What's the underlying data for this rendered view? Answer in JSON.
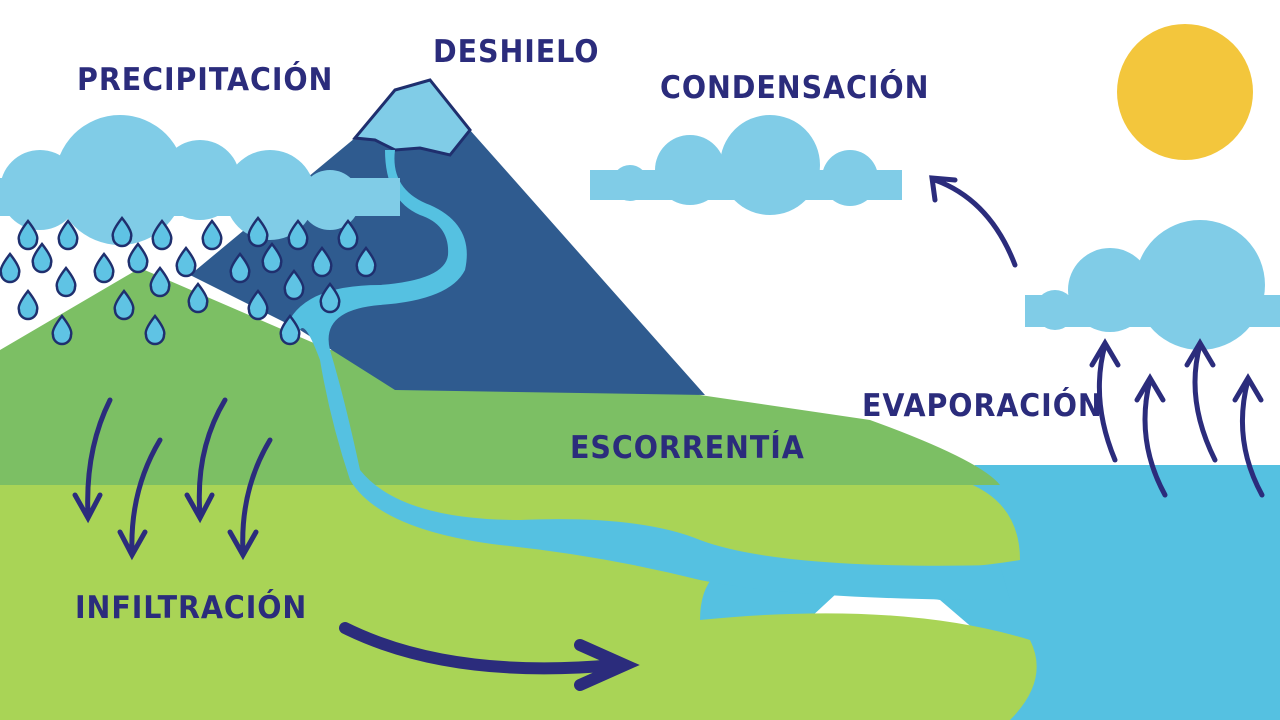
{
  "diagram": {
    "labels": {
      "precipitation": "PRECIPITACIÓN",
      "snowmelt": "DESHIELO",
      "condensation": "CONDENSACIÓN",
      "evaporation": "EVAPORACIÓN",
      "runoff": "ESCORRENTÍA",
      "infiltration": "INFILTRACIÓN"
    },
    "colors": {
      "text": "#2b2c7c",
      "cloud": "#80cce7",
      "mountain": "#2f5b8f",
      "hill": "#7cbf64",
      "ground": "#a9d456",
      "water": "#55c1e1",
      "sun": "#f3c63c"
    }
  }
}
